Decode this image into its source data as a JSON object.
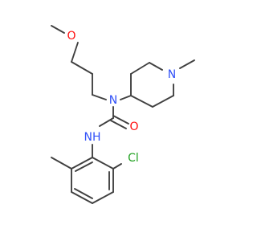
{
  "molecule": {
    "atom_labels": {
      "oxygen_ether": "O",
      "nitrogen_piperidine": "N",
      "nitrogen_urea": "N",
      "nh_urea": "NH",
      "oxygen_carbonyl": "O",
      "chlorine": "Cl"
    },
    "colors": {
      "bond": "#404040",
      "oxygen": "#ff0d0d",
      "nitrogen": "#3050f8",
      "chlorine": "#1fa01f"
    }
  }
}
